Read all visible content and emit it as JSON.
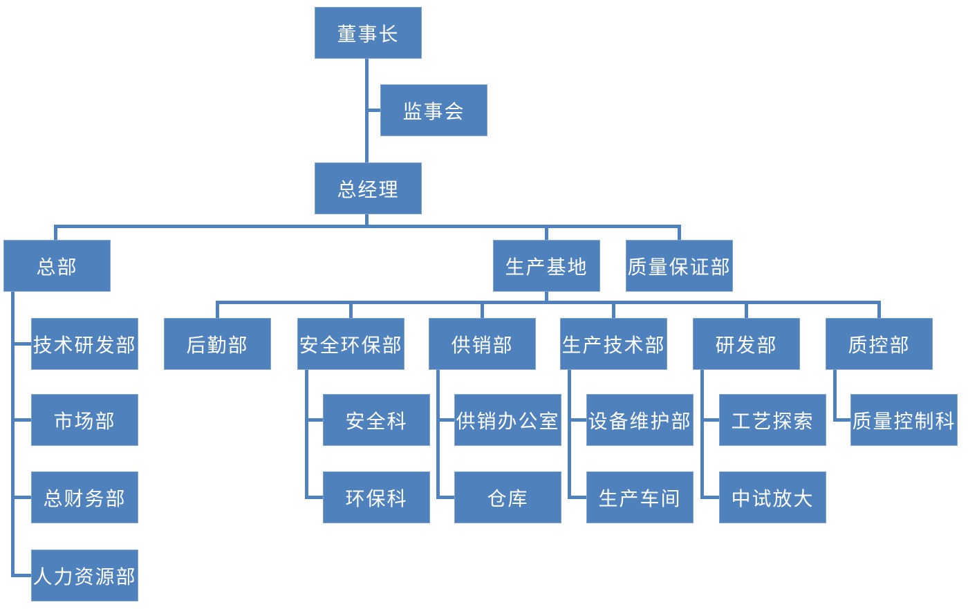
{
  "diagram": {
    "type": "org-chart",
    "background_color": "#ffffff",
    "box_fill_color": "#4f81bd",
    "box_border_color": "#7fa4d1",
    "box_text_color": "#ffffff",
    "connector_color": "#4f81bd"
  },
  "org": {
    "nodes": {
      "chairman": {
        "label": "董事长"
      },
      "supervisory": {
        "label": "监事会"
      },
      "general_manager": {
        "label": "总经理"
      },
      "headquarters": {
        "label": "总部"
      },
      "production_base": {
        "label": "生产基地"
      },
      "quality_assurance": {
        "label": "质量保证部"
      },
      "tech_rd": {
        "label": "技术研发部"
      },
      "marketing": {
        "label": "市场部"
      },
      "finance": {
        "label": "总财务部"
      },
      "human_resources": {
        "label": "人力资源部"
      },
      "logistics": {
        "label": "后勤部"
      },
      "safety_env": {
        "label": "安全环保部"
      },
      "supply_sales": {
        "label": "供销部"
      },
      "production_tech": {
        "label": "生产技术部"
      },
      "rd_dept": {
        "label": "研发部"
      },
      "quality_control": {
        "label": "质控部"
      },
      "safety_section": {
        "label": "安全科"
      },
      "env_section": {
        "label": "环保科"
      },
      "supply_office": {
        "label": "供销办公室"
      },
      "warehouse": {
        "label": "仓库"
      },
      "equipment_maintenance": {
        "label": "设备维护部"
      },
      "production_workshop": {
        "label": "生产车间"
      },
      "process_exploration": {
        "label": "工艺探索"
      },
      "pilot_scaleup": {
        "label": "中试放大"
      },
      "qc_section": {
        "label": "质量控制科"
      }
    },
    "edges": [
      {
        "from": "chairman",
        "to": "supervisory",
        "type": "assistant"
      },
      {
        "from": "chairman",
        "to": "general_manager",
        "type": "reports"
      },
      {
        "from": "general_manager",
        "to": "headquarters",
        "type": "reports"
      },
      {
        "from": "general_manager",
        "to": "production_base",
        "type": "reports"
      },
      {
        "from": "general_manager",
        "to": "quality_assurance",
        "type": "reports"
      },
      {
        "from": "headquarters",
        "to": "tech_rd",
        "type": "reports"
      },
      {
        "from": "headquarters",
        "to": "marketing",
        "type": "reports"
      },
      {
        "from": "headquarters",
        "to": "finance",
        "type": "reports"
      },
      {
        "from": "headquarters",
        "to": "human_resources",
        "type": "reports"
      },
      {
        "from": "production_base",
        "to": "logistics",
        "type": "reports"
      },
      {
        "from": "production_base",
        "to": "safety_env",
        "type": "reports"
      },
      {
        "from": "production_base",
        "to": "supply_sales",
        "type": "reports"
      },
      {
        "from": "production_base",
        "to": "production_tech",
        "type": "reports"
      },
      {
        "from": "production_base",
        "to": "rd_dept",
        "type": "reports"
      },
      {
        "from": "production_base",
        "to": "quality_control",
        "type": "reports"
      },
      {
        "from": "safety_env",
        "to": "safety_section",
        "type": "reports"
      },
      {
        "from": "safety_env",
        "to": "env_section",
        "type": "reports"
      },
      {
        "from": "supply_sales",
        "to": "supply_office",
        "type": "reports"
      },
      {
        "from": "supply_sales",
        "to": "warehouse",
        "type": "reports"
      },
      {
        "from": "production_tech",
        "to": "equipment_maintenance",
        "type": "reports"
      },
      {
        "from": "production_tech",
        "to": "production_workshop",
        "type": "reports"
      },
      {
        "from": "rd_dept",
        "to": "process_exploration",
        "type": "reports"
      },
      {
        "from": "rd_dept",
        "to": "pilot_scaleup",
        "type": "reports"
      },
      {
        "from": "quality_control",
        "to": "qc_section",
        "type": "reports"
      }
    ]
  }
}
